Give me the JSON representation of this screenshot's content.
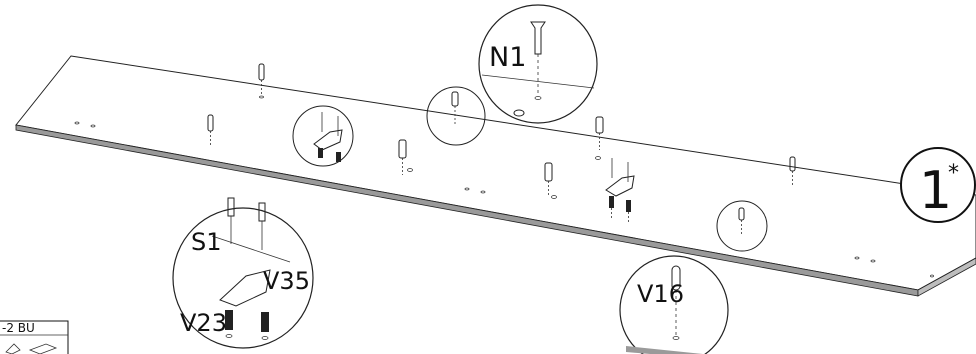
{
  "step_number": "1",
  "step_marker": "*",
  "corner_label": "-2 BU",
  "callouts": {
    "n1": "N1",
    "s1": "S1",
    "v35": "V35",
    "v23": "V23",
    "v16": "V16"
  },
  "colors": {
    "line": "#222222",
    "panel_edge": "#9a9a9a",
    "background": "#ffffff"
  },
  "icons": [
    "dowel-icon",
    "cam-fitting-icon",
    "screw-icon",
    "threaded-insert-icon"
  ]
}
